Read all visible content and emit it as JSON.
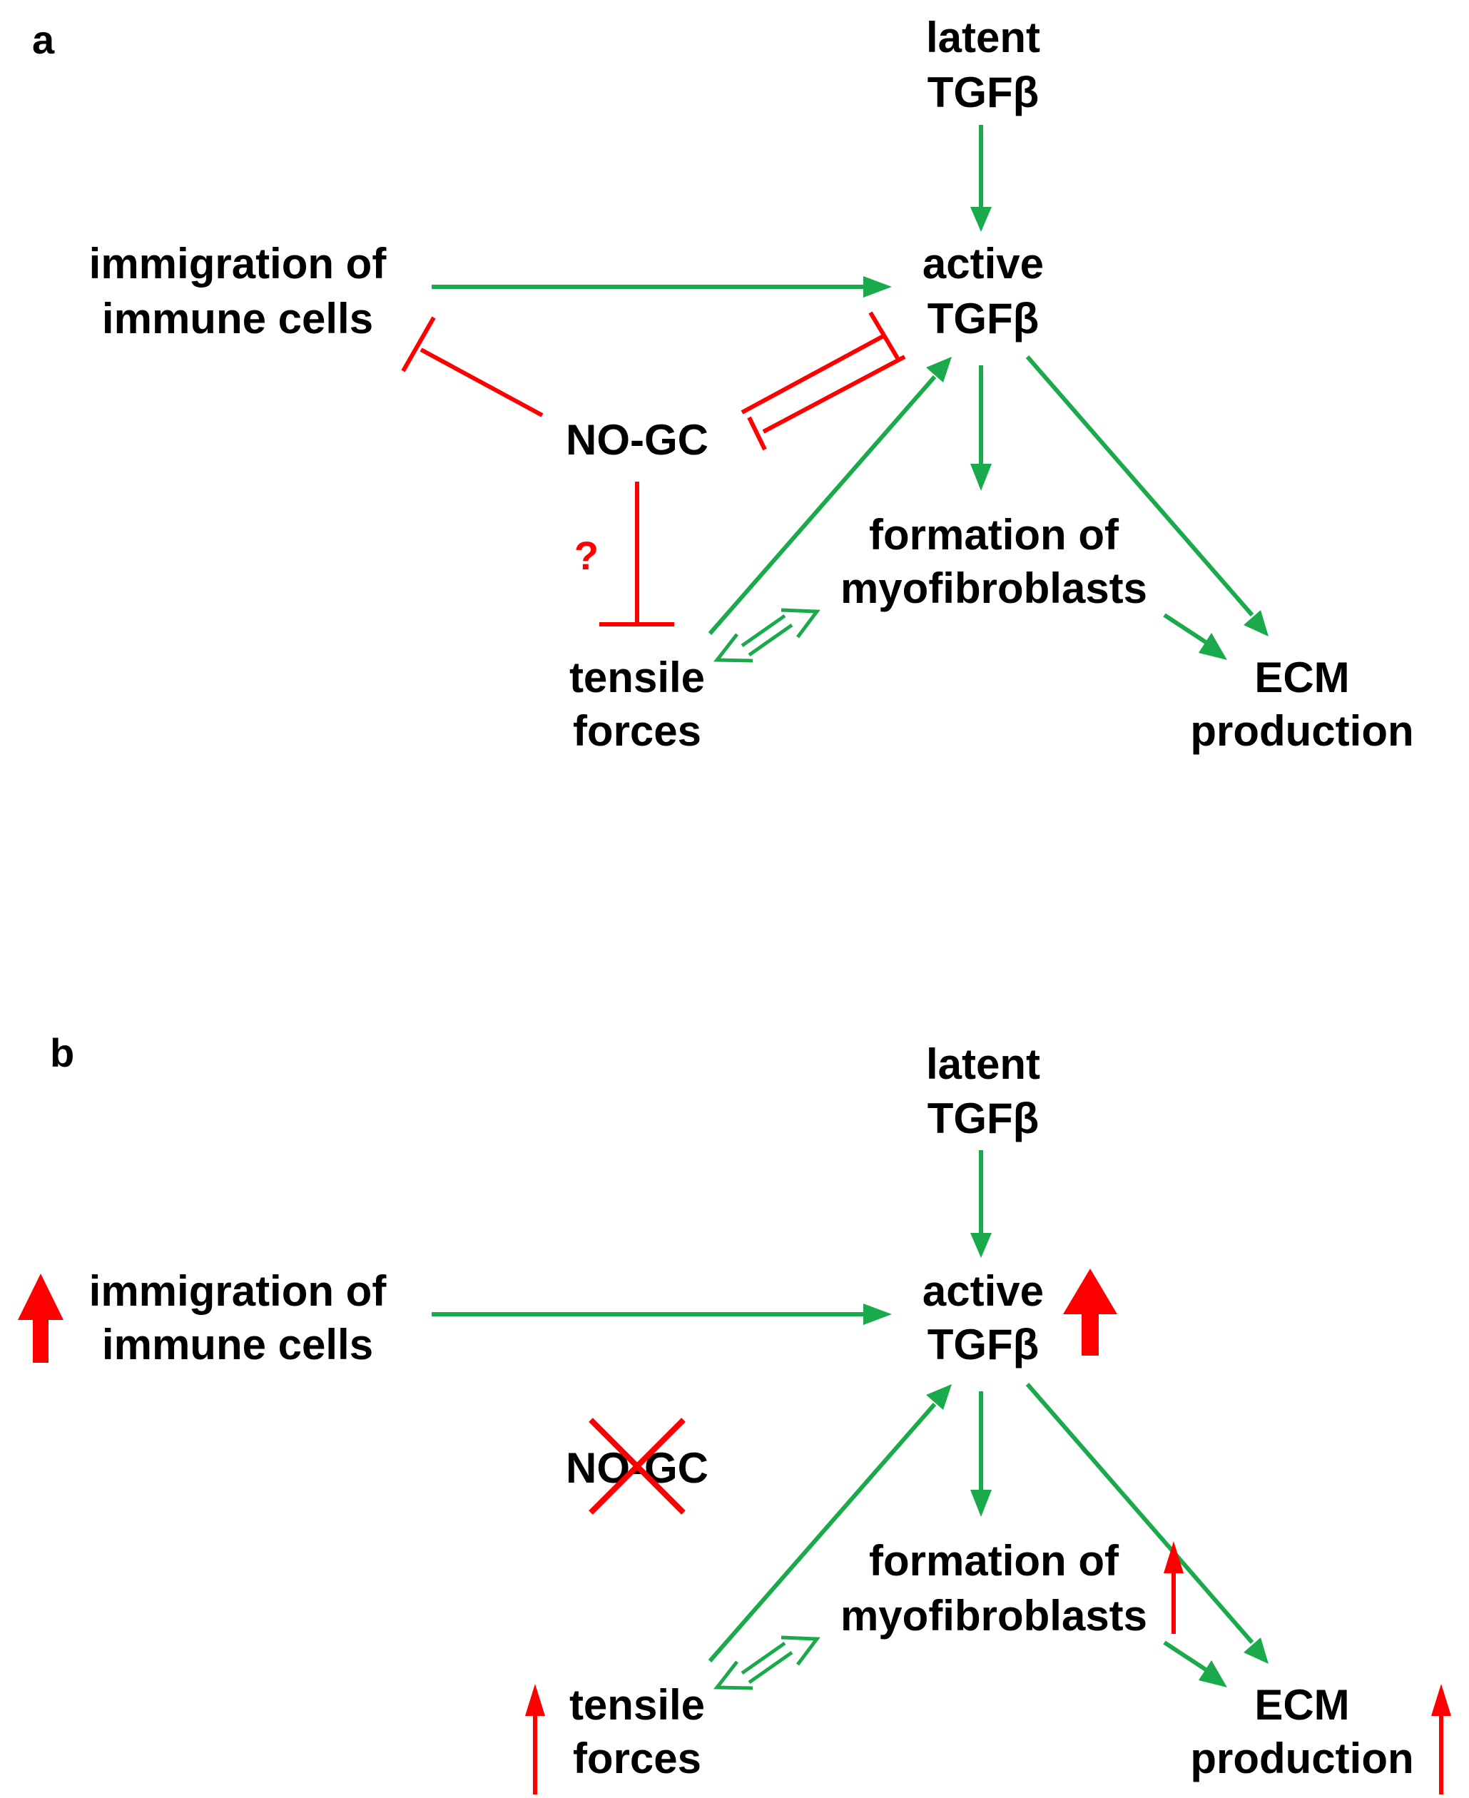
{
  "colors": {
    "activation": "#1aaa4b",
    "inhibition": "#ff0000",
    "text": "#000000",
    "background": "#ffffff"
  },
  "panel_a": {
    "label": "a",
    "nodes": {
      "latent_tgfb": [
        "latent",
        "TGFβ"
      ],
      "active_tgfb": [
        "active",
        "TGFβ"
      ],
      "immune": [
        "immigration of",
        "immune cells"
      ],
      "nogc": "NO-GC",
      "myofibroblasts": [
        "formation of",
        "myofibroblasts"
      ],
      "tensile": [
        "tensile",
        "forces"
      ],
      "ecm": [
        "ECM",
        "production"
      ]
    },
    "question_mark": "?"
  },
  "panel_b": {
    "label": "b",
    "nodes": {
      "latent_tgfb": [
        "latent",
        "TGFβ"
      ],
      "active_tgfb": [
        "active",
        "TGFβ"
      ],
      "immune": [
        "immigration of",
        "immune cells"
      ],
      "nogc": "NO-GC",
      "myofibroblasts": [
        "formation of",
        "myofibroblasts"
      ],
      "tensile": [
        "tensile",
        "forces"
      ],
      "ecm": [
        "ECM",
        "production"
      ]
    }
  },
  "icons": {
    "activation_arrow": "green-arrow-icon",
    "inhibition": "red-t-bar-icon",
    "increase": "red-up-arrow-icon",
    "deleted": "red-cross-icon"
  }
}
